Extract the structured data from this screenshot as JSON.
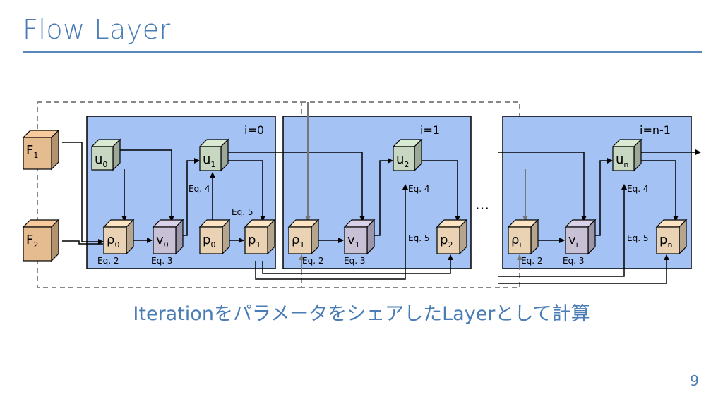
{
  "slide": {
    "title": "Flow Layer",
    "caption": "IterationをパラメータをシェアしたLayerとして計算",
    "page_number": "9"
  },
  "inputs": [
    {
      "base": "F",
      "sub": "1"
    },
    {
      "base": "F",
      "sub": "2"
    }
  ],
  "blocks": [
    {
      "label": "i=0",
      "u_in": {
        "base": "u",
        "sub": "0"
      },
      "rho": {
        "base": "ρ",
        "sub": "0"
      },
      "v": {
        "base": "v",
        "sub": "0"
      },
      "p_in": {
        "base": "p",
        "sub": "0"
      },
      "u_out": {
        "base": "u",
        "sub": "1"
      },
      "p_out": {
        "base": "p",
        "sub": "1"
      },
      "eq2": "Eq. 2",
      "eq3": "Eq. 3",
      "eq4": "Eq. 4",
      "eq5": "Eq. 5"
    },
    {
      "label": "i=1",
      "rho": {
        "base": "ρ",
        "sub": "1"
      },
      "v": {
        "base": "v",
        "sub": "1"
      },
      "u_out": {
        "base": "u",
        "sub": "2"
      },
      "p_out": {
        "base": "p",
        "sub": "2"
      },
      "eq2": "Eq. 2",
      "eq3": "Eq. 3",
      "eq4": "Eq. 4",
      "eq5": "Eq. 5"
    },
    {
      "label": "i=n-1",
      "rho": {
        "base": "ρ",
        "sub": "i"
      },
      "v": {
        "base": "v",
        "sub": "i"
      },
      "u_out": {
        "base": "u",
        "sub": "n"
      },
      "p_out": {
        "base": "p",
        "sub": "n"
      },
      "eq2": "Eq. 2",
      "eq3": "Eq. 3",
      "eq4": "Eq. 4",
      "eq5": "Eq. 5"
    }
  ],
  "ellipsis": "…",
  "colors": {
    "accent": "#4a7cb5",
    "block_fill": "#a4c2f4",
    "u_cube": "#d9ead3",
    "rho_cube": "#fde5c4",
    "v_cube": "#d9d2e9",
    "p_cube": "#fde5c4",
    "f_cube": "#f9cb9c"
  }
}
